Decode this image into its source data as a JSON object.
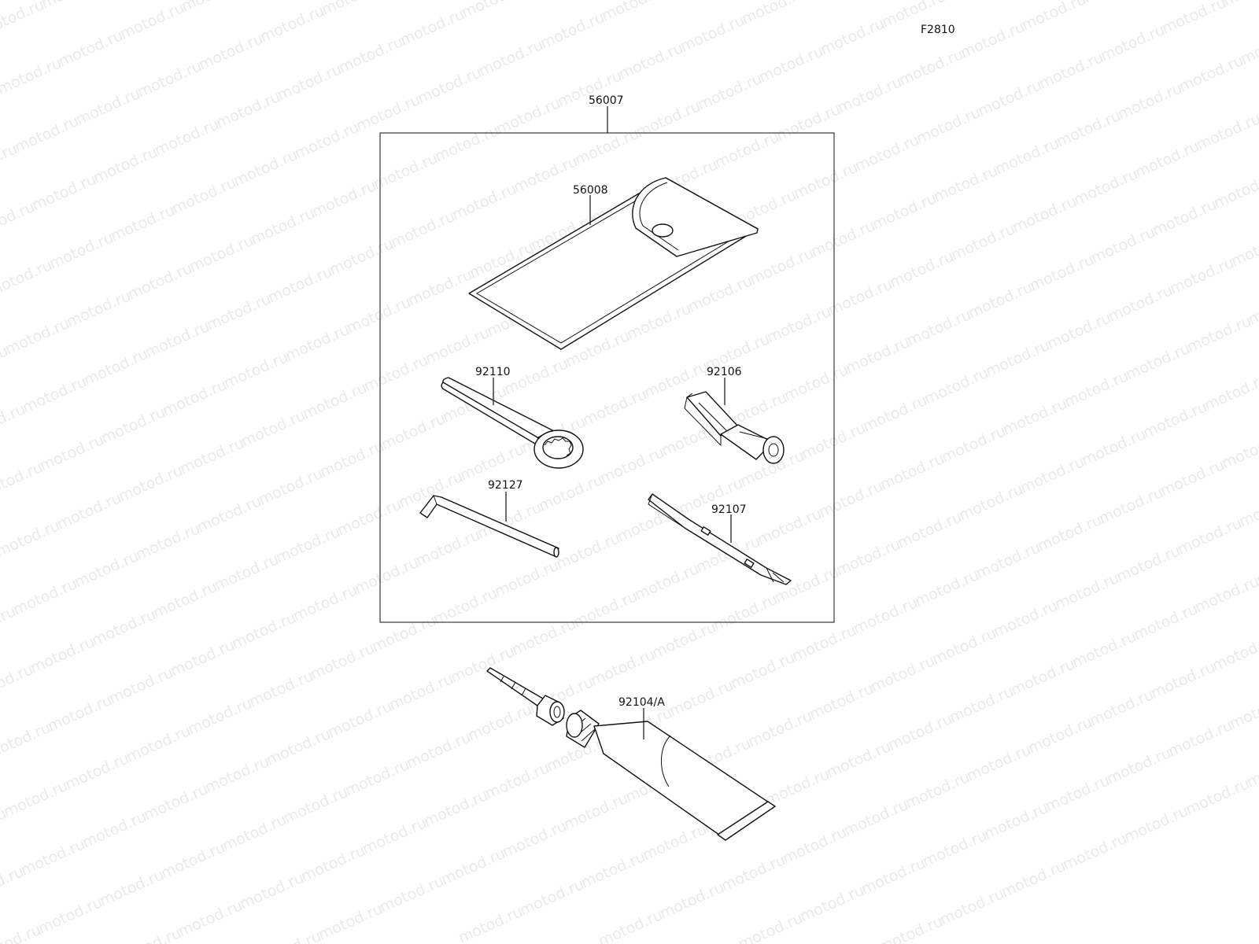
{
  "figure_code": "F2810",
  "watermark": "motod.ru",
  "parts": [
    {
      "id": "kit",
      "number": "56007"
    },
    {
      "id": "case",
      "number": "56008"
    },
    {
      "id": "ring-wrench",
      "number": "92110"
    },
    {
      "id": "socket",
      "number": "92106"
    },
    {
      "id": "hex-key",
      "number": "92127"
    },
    {
      "id": "screwdriver",
      "number": "92107"
    },
    {
      "id": "grease-tube",
      "number": "92104/A"
    }
  ]
}
